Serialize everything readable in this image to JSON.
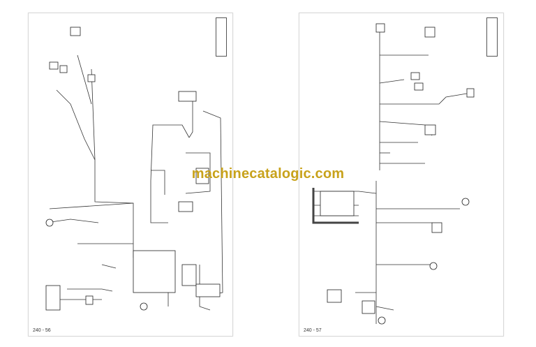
{
  "watermark": "machinecatalogic.com",
  "pages": [
    {
      "number": "240 - 56"
    },
    {
      "number": "240 - 57"
    }
  ],
  "colors": {
    "watermark": "#c8a21b",
    "line": "#333333"
  }
}
